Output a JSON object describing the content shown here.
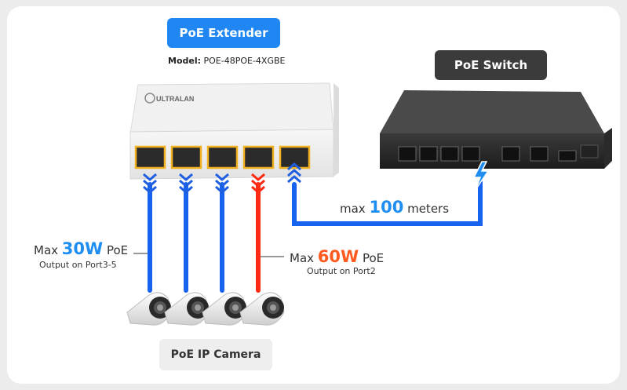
{
  "extender": {
    "title": "PoE Extender",
    "model_label": "Model:",
    "model_value": "POE-48POE-4XGBE",
    "brand": "ULTRALAN"
  },
  "switch": {
    "title": "PoE Switch"
  },
  "camera": {
    "label": "PoE IP Camera"
  },
  "distance": {
    "prefix": "max",
    "value": "100",
    "unit": "meters"
  },
  "power30": {
    "prefix": "Max",
    "value": "30W",
    "suffix": "PoE",
    "note": "Output on Port3-5"
  },
  "power60": {
    "prefix": "Max",
    "value": "60W",
    "suffix": "PoE",
    "note": "Output on Port2"
  },
  "colors": {
    "blue_accent": "#1f8ef0",
    "orange_accent": "#ff5a1f",
    "cable_blue": "#1763f0",
    "cable_red": "#ff2a12",
    "switch_label_bg": "#3b3b3b",
    "extender_label_bg": "#1f86f2"
  }
}
